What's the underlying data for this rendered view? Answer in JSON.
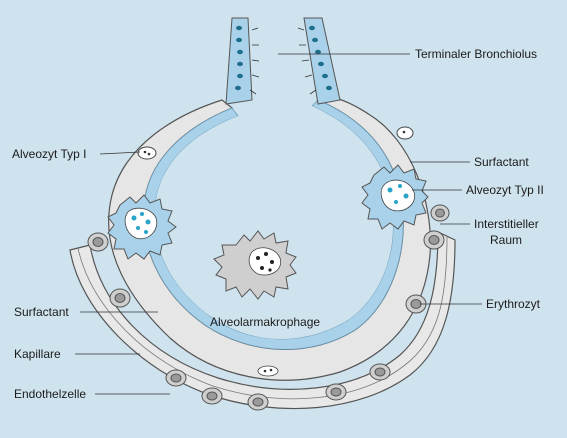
{
  "labels": {
    "terminal_bronchiole": "Terminaler Bronchiolus",
    "alveocyte_type1": "Alveozyt Typ I",
    "surfactant_right": "Surfactant",
    "alveocyte_type2": "Alveozyt Typ II",
    "interstitial_line1": "Interstitieller",
    "interstitial_line2": "Raum",
    "surfactant_left": "Surfactant",
    "alveolar_macrophage": "Alveolarmakrophage",
    "erythrocyte": "Erythrozyt",
    "capillary": "Kapillare",
    "endothelial_cell": "Endothelzelle"
  },
  "colors": {
    "background": "#cfe3ee",
    "surfactant": "#a9d2ea",
    "tissue": "#e6e6e6",
    "cell_outline": "#555555",
    "nucleus": "#2aa3c8",
    "lumen": "#ffffff"
  }
}
